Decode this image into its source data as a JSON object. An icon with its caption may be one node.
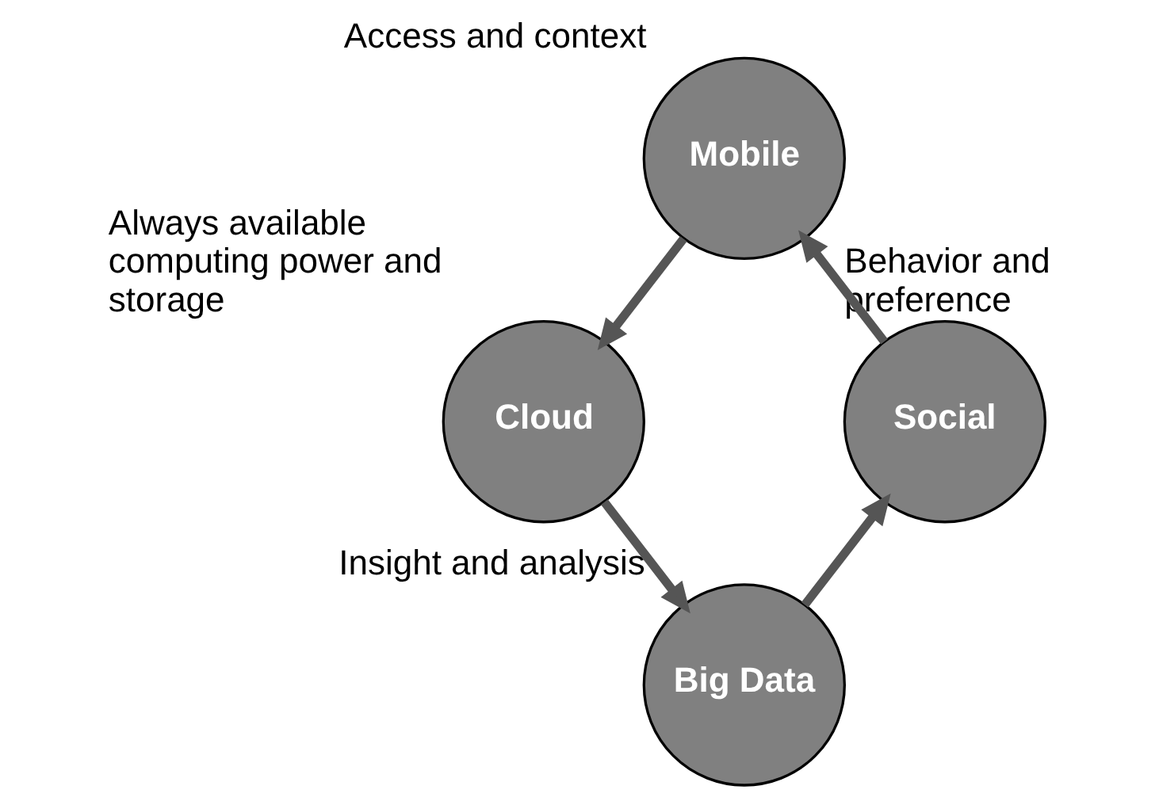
{
  "diagram": {
    "nodes": [
      {
        "text": [
          "Mobile"
        ],
        "beside": [
          "Access and context"
        ]
      },
      {
        "text": [
          "Cloud"
        ],
        "beside": [
          "Always available computing power and storage"
        ]
      },
      {
        "text": [
          "Big Data"
        ],
        "beside": [
          "Insight and analysis"
        ]
      },
      {
        "text": [
          "Social"
        ],
        "beside": [
          "Behavior and preference"
        ]
      }
    ],
    "edges": [
      {
        "from": 0,
        "to": 1,
        "arrow": "to"
      },
      {
        "from": 1,
        "to": 2,
        "arrow": "to"
      },
      {
        "from": 2,
        "to": 3,
        "arrow": "to"
      },
      {
        "from": 3,
        "to": 0,
        "arrow": "to"
      }
    ]
  }
}
